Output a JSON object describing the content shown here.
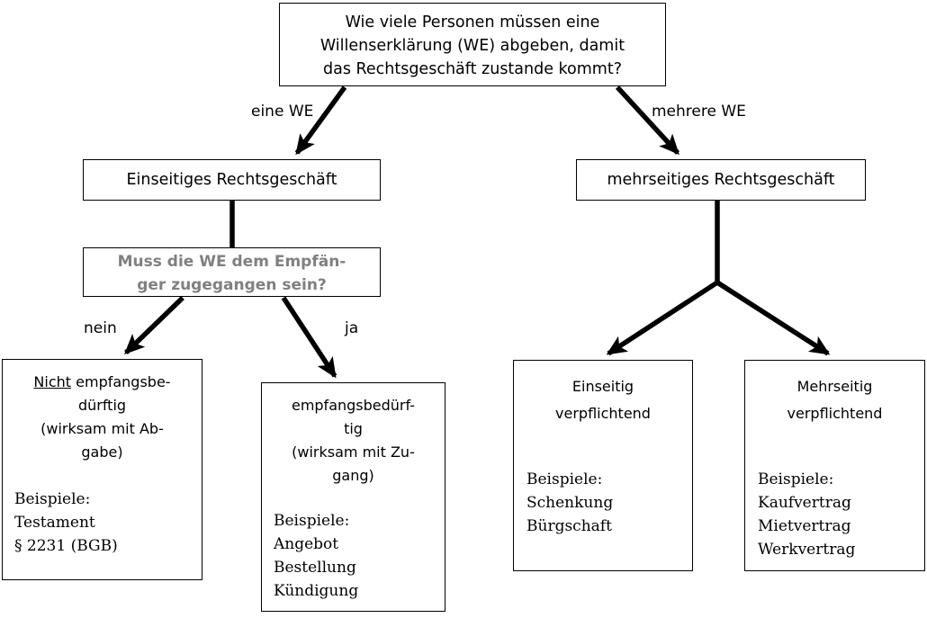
{
  "diagram": {
    "title": "Rechtsgeschäft Entscheidungsbaum",
    "colors": {
      "stroke": "#000000",
      "background": "#ffffff",
      "question_text": "#808080"
    },
    "nodes": {
      "root": {
        "text": "Wie viele Personen müssen eine\nWillenserklärung (WE) abgeben, damit\ndas Rechtsgeschäft zustande kommt?"
      },
      "einseitig": {
        "text": "Einseitiges Rechtsgeschäft"
      },
      "mehrseitig": {
        "text": "mehrseitiges Rechtsgeschäft"
      },
      "question": {
        "text": "Muss die WE dem Empfän-\nger zugegangen sein?"
      },
      "nicht_empfangsbeduerftig": {
        "title_prefix": "Nicht",
        "title_rest": " empfangsbe-\ndürftig\n(wirksam mit Ab-\ngabe)",
        "examples": "Beispiele:\nTestament\n§ 2231 (BGB)"
      },
      "empfangsbeduerftig": {
        "title": "empfangsbedürf-\ntig\n(wirksam mit Zu-\ngang)",
        "examples": "Beispiele:\nAngebot\nBestellung\nKündigung"
      },
      "einseitig_verpflichtend": {
        "title": "Einseitig\nverpflichtend",
        "examples": "Beispiele:\nSchenkung\nBürgschaft"
      },
      "mehrseitig_verpflichtend": {
        "title": "Mehrseitig\nverpflichtend",
        "examples": "Beispiele:\nKaufvertrag\nMietvertrag\nWerkvertrag"
      }
    },
    "edge_labels": {
      "eine_we": "eine WE",
      "mehrere_we": "mehrere WE",
      "nein": "nein",
      "ja": "ja"
    }
  }
}
